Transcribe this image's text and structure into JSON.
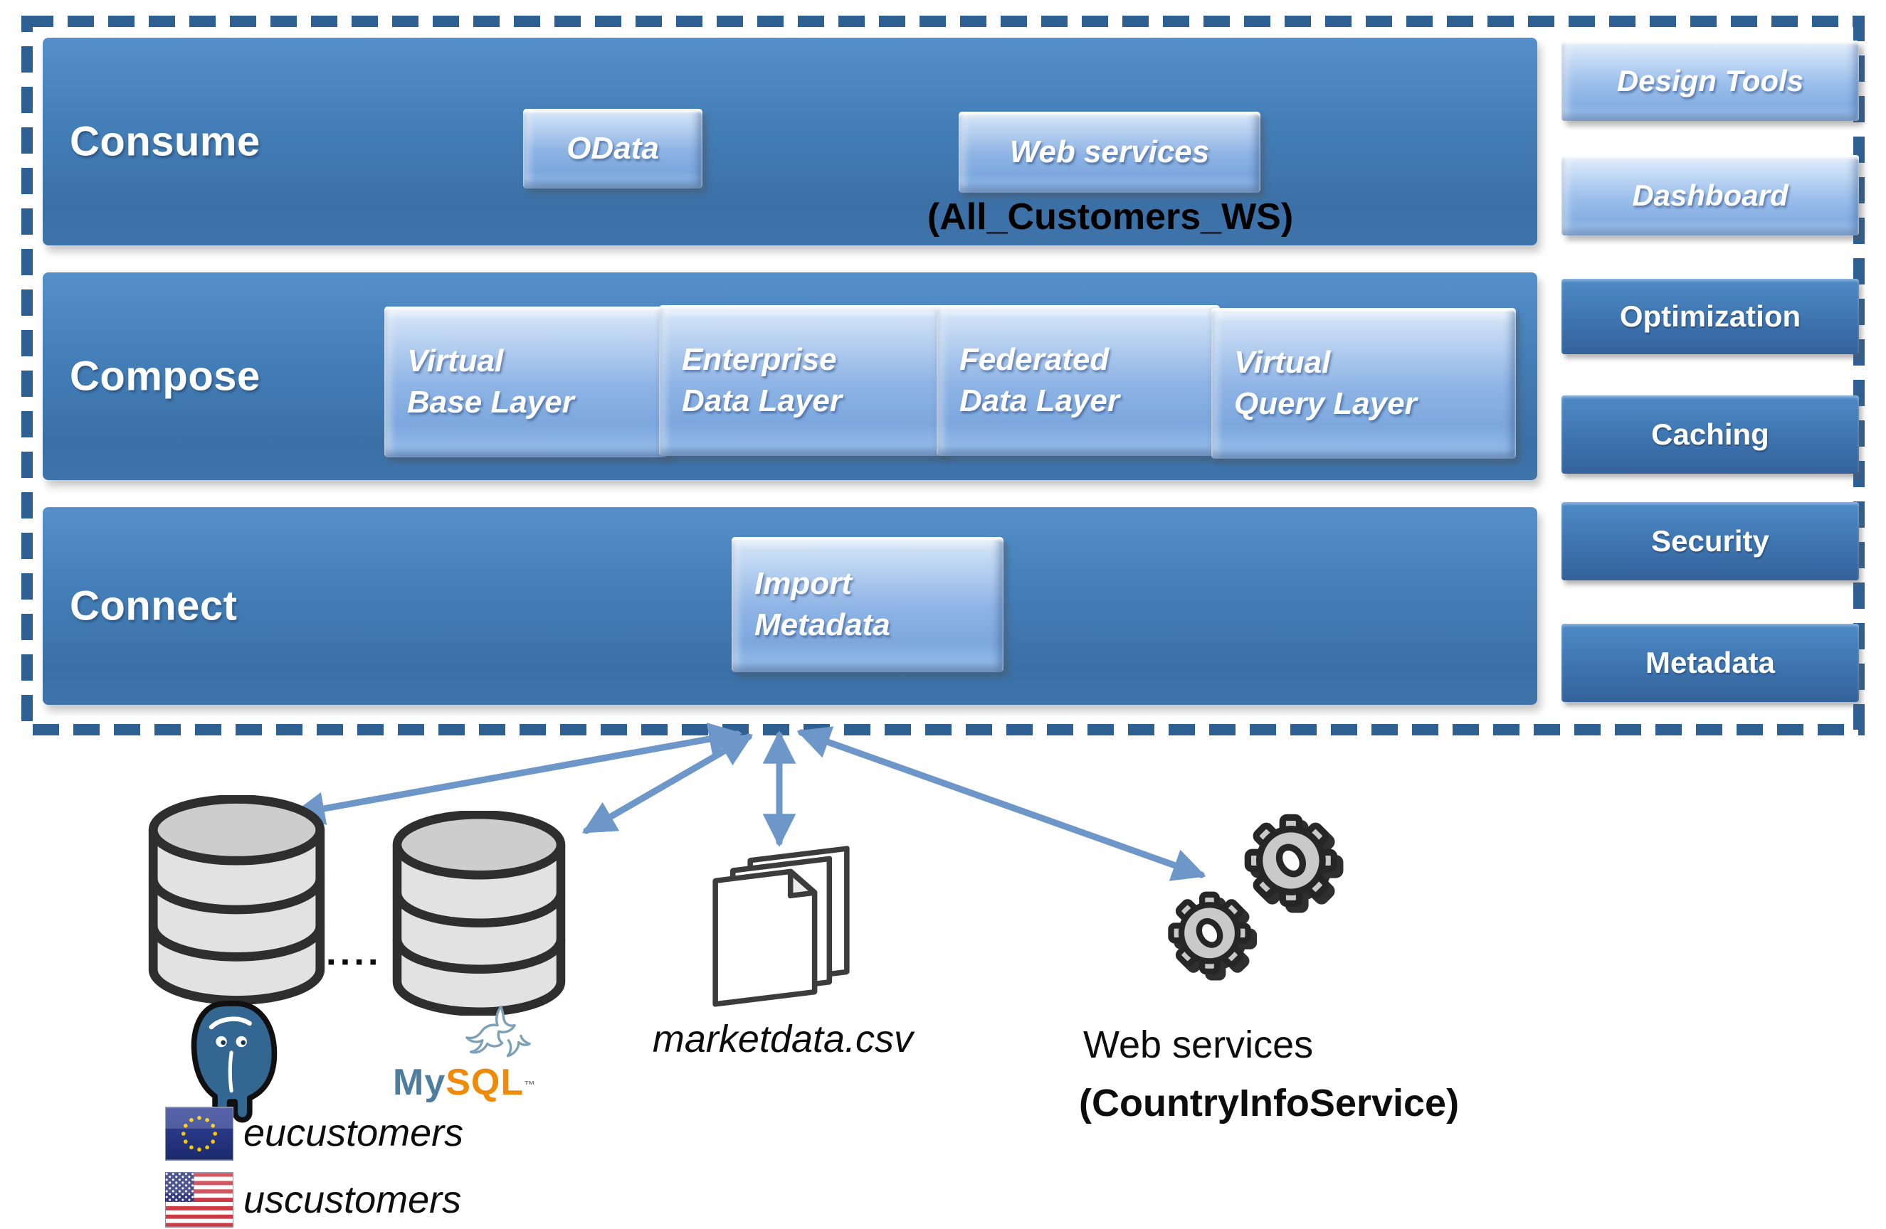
{
  "platform": {
    "consume": {
      "label": "Consume",
      "odata_label": "OData",
      "web_services_label": "Web services",
      "annotation": "(All_Customers_WS)"
    },
    "compose": {
      "label": "Compose",
      "layers": [
        {
          "line1": "Virtual",
          "line2": "Base Layer"
        },
        {
          "line1": "Enterprise",
          "line2": "Data Layer"
        },
        {
          "line1": "Federated",
          "line2": "Data Layer"
        },
        {
          "line1": "Virtual",
          "line2": "Query Layer"
        }
      ]
    },
    "connect": {
      "label": "Connect",
      "import_metadata": {
        "line1": "Import",
        "line2": "Metadata"
      }
    },
    "tools": [
      {
        "label": "Design Tools"
      },
      {
        "label": "Dashboard"
      }
    ],
    "services": [
      {
        "label": "Optimization"
      },
      {
        "label": "Caching"
      },
      {
        "label": "Security"
      },
      {
        "label": "Metadata"
      }
    ]
  },
  "sources": {
    "databases": {
      "dots": "▪▪▪▪",
      "mysql": {
        "word_my": "My",
        "word_sql": "SQL",
        "trademark": "™"
      },
      "tables": [
        {
          "flag": "eu-flag-icon",
          "name": "eucustomers"
        },
        {
          "flag": "us-flag-icon",
          "name": "uscustomers"
        }
      ]
    },
    "file": {
      "name": "marketdata.csv"
    },
    "web_service": {
      "title": "Web services",
      "subtitle": "(CountryInfoService)"
    }
  },
  "icons": {
    "database-icon": "gray 3-tier cylinder",
    "postgresql-logo-icon": "blue elephant head",
    "mysql-dolphin-icon": "leaping dolphin outline",
    "csv-file-icon": "stack of three documents with folded corner",
    "gears-icon": "two interlocking gears",
    "eu-flag-icon": "EU flag with circle of stars",
    "us-flag-icon": "US stars-and-stripes flag",
    "double-arrow-icon": "double-headed connector arrow"
  },
  "colors": {
    "band_blue_top": "#5590cb",
    "band_blue_bottom": "#3b70a6",
    "button_light_blue": "#8fb4e5",
    "dashed_border": "#2e6094",
    "arrow": "#6d97c8",
    "postgres_blue": "#336791",
    "mysql_blue": "#4f7da0",
    "mysql_orange": "#ef8b09",
    "annotation_text": "#000000"
  }
}
